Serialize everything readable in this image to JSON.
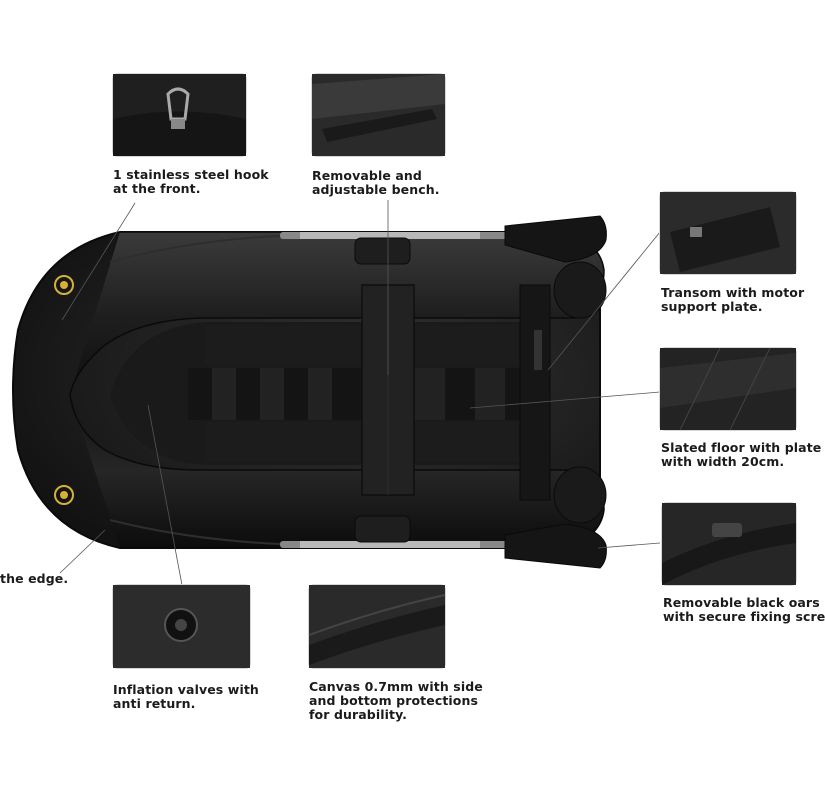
{
  "features": {
    "hook": {
      "caption": "1 stainless steel hook\nat the front."
    },
    "bench": {
      "caption": "Removable and\nadjustable bench."
    },
    "transom": {
      "caption": "Transom with motor\nsupport plate."
    },
    "floor": {
      "caption": "Slated floor with plate\nwith width 20cm."
    },
    "oars": {
      "caption": "Removable black oars\nwith secure fixing scre"
    },
    "edge": {
      "caption": "the edge."
    },
    "valves": {
      "caption": "Inflation valves with\nanti return."
    },
    "canvas": {
      "caption": "Canvas 0.7mm with side\nand bottom protections\nfor durability."
    }
  },
  "colors": {
    "hull": "#1c1c1c",
    "hull_highlight": "#3a3a3a",
    "floor_slat_dark": "#141414",
    "floor_slat_light": "#242424",
    "logo_accent": "#d6b13a",
    "leader_line": "#444444"
  }
}
